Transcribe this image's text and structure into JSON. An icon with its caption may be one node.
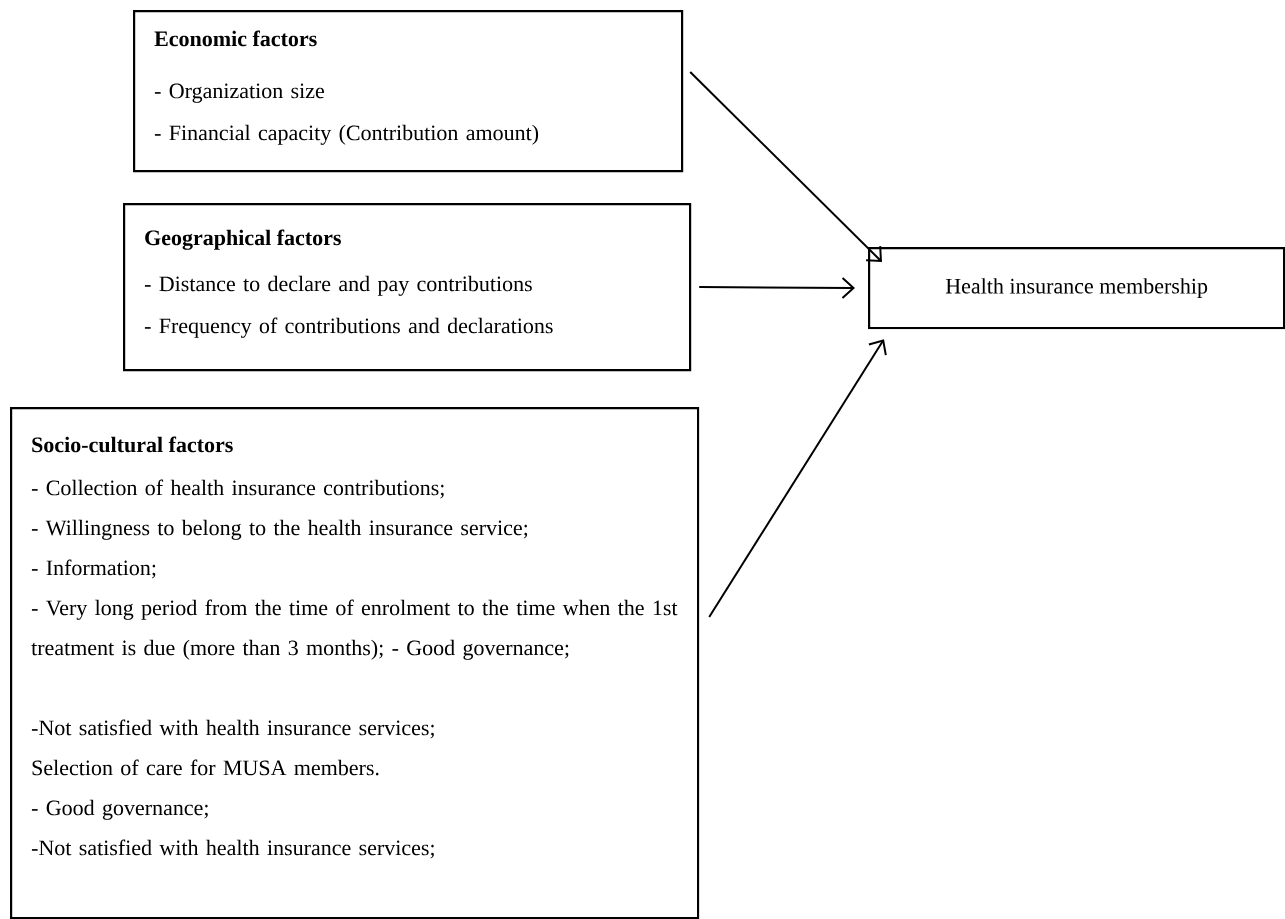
{
  "diagram": {
    "nodes": [
      {
        "text": [
          "Economic factors",
          "- Organization size",
          "- Financial capacity (Contribution amount)"
        ]
      },
      {
        "text": [
          "Geographical factors",
          "- Distance to declare and pay contributions",
          "- Frequency of contributions and declarations"
        ]
      },
      {
        "text": [
          "Socio-cultural factors",
          "- Collection of health insurance contributions;",
          "- Willingness to belong to the health insurance service;",
          "- Information;",
          "- Very long period from the time of enrolment to the time when the 1st treatment is due (more than 3 months); - Good governance;",
          "-Not satisfied with health insurance services;",
          "Selection of care for MUSA members.",
          "- Good governance;",
          "-Not satisfied with health insurance services;"
        ]
      },
      {
        "text": [
          "Health insurance membership"
        ]
      }
    ],
    "edges": [
      {
        "from": 0,
        "to": 3,
        "arrow": "to"
      },
      {
        "from": 1,
        "to": 3,
        "arrow": "to"
      },
      {
        "from": 2,
        "to": 3,
        "arrow": "to"
      }
    ]
  }
}
